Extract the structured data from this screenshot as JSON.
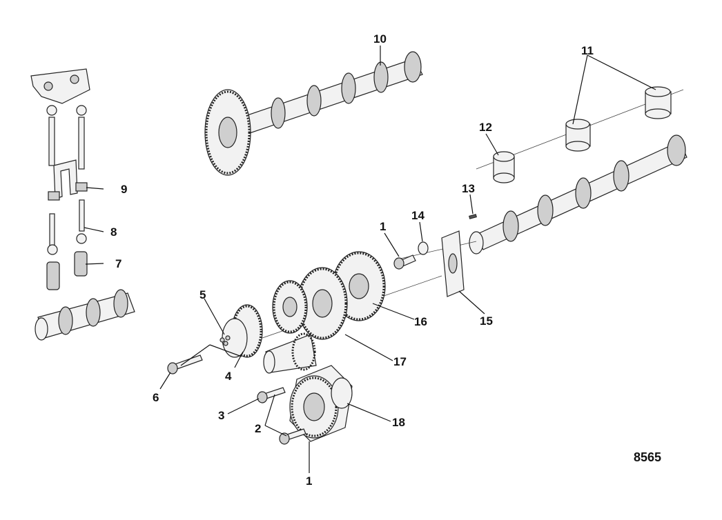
{
  "figure": {
    "number": "8565",
    "callouts": [
      "10",
      "11",
      "12",
      "13",
      "14",
      "1",
      "9",
      "8",
      "7",
      "5",
      "4",
      "6",
      "3",
      "2",
      "1",
      "16",
      "15",
      "17",
      "18"
    ]
  }
}
